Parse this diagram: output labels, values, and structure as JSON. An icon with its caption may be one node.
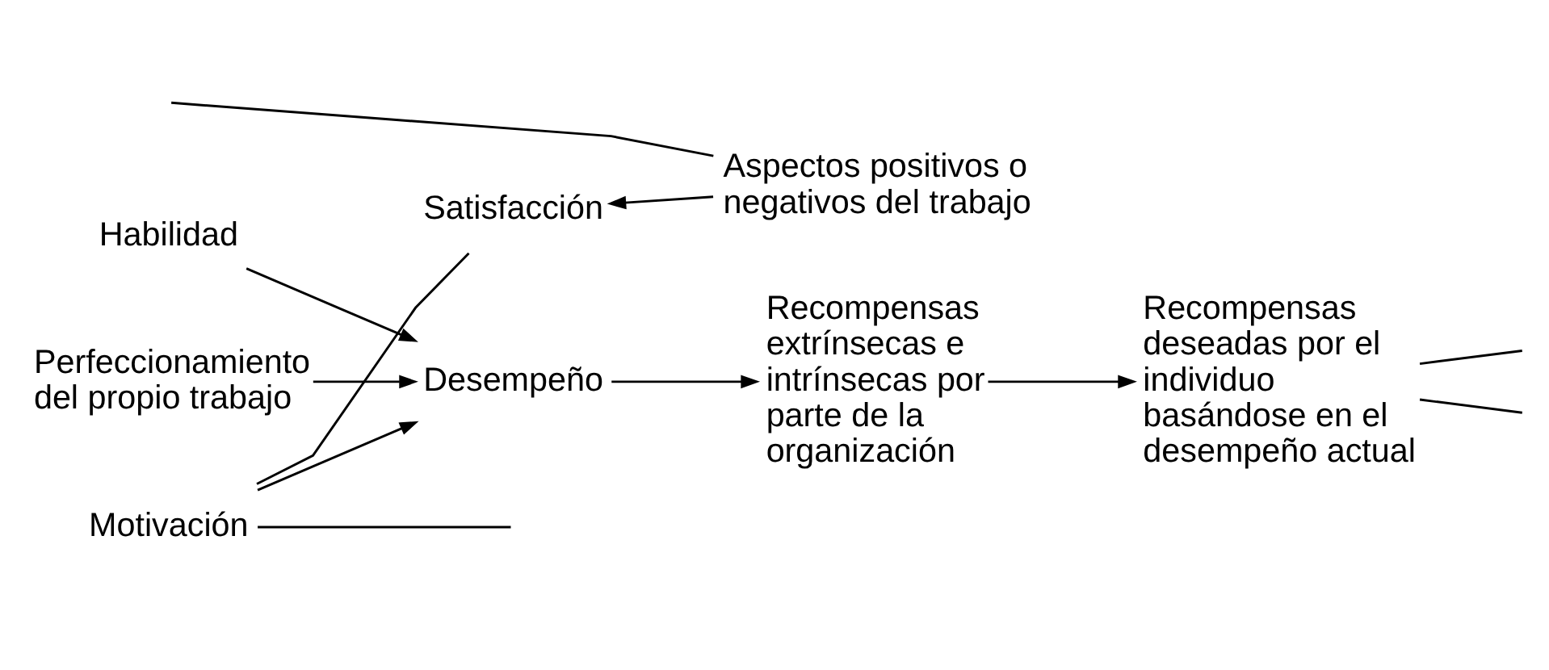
{
  "diagram": {
    "nodes": [
      {
        "text": [
          "Satisfacción"
        ]
      },
      {
        "text": [
          "Aspectos positivos o negativos del trabajo"
        ]
      },
      {
        "text": [
          "Habilidad"
        ]
      },
      {
        "text": [
          "Motivación"
        ]
      },
      {
        "text": [
          "Desempeño"
        ]
      },
      {
        "text": [
          "Recompensas extrínsecas e intrínsecas por parte de la organización"
        ]
      },
      {
        "text": [
          "Recompensas deseadas por el individuo basándose en el desempeño actual"
        ]
      },
      {
        "text": [
          "Perfeccionamiento del propio trabajo"
        ]
      }
    ],
    "edges": [
      {
        "from": 1,
        "to": 0,
        "arrow": "to"
      },
      {
        "from": 0,
        "to": 3,
        "arrow": "none"
      },
      {
        "from": 1,
        "to": null,
        "arrow": "none"
      },
      {
        "from": 2,
        "to": 4,
        "arrow": "to"
      },
      {
        "from": 3,
        "to": 4,
        "arrow": "to"
      },
      {
        "from": 7,
        "to": 4,
        "arrow": "to"
      },
      {
        "from": 4,
        "to": 5,
        "arrow": "to"
      },
      {
        "from": 5,
        "to": 6,
        "arrow": "to"
      },
      {
        "from": 6,
        "to": null,
        "arrow": "none"
      },
      {
        "from": 6,
        "to": null,
        "arrow": "none"
      },
      {
        "from": 3,
        "to": null,
        "arrow": "none"
      }
    ]
  }
}
